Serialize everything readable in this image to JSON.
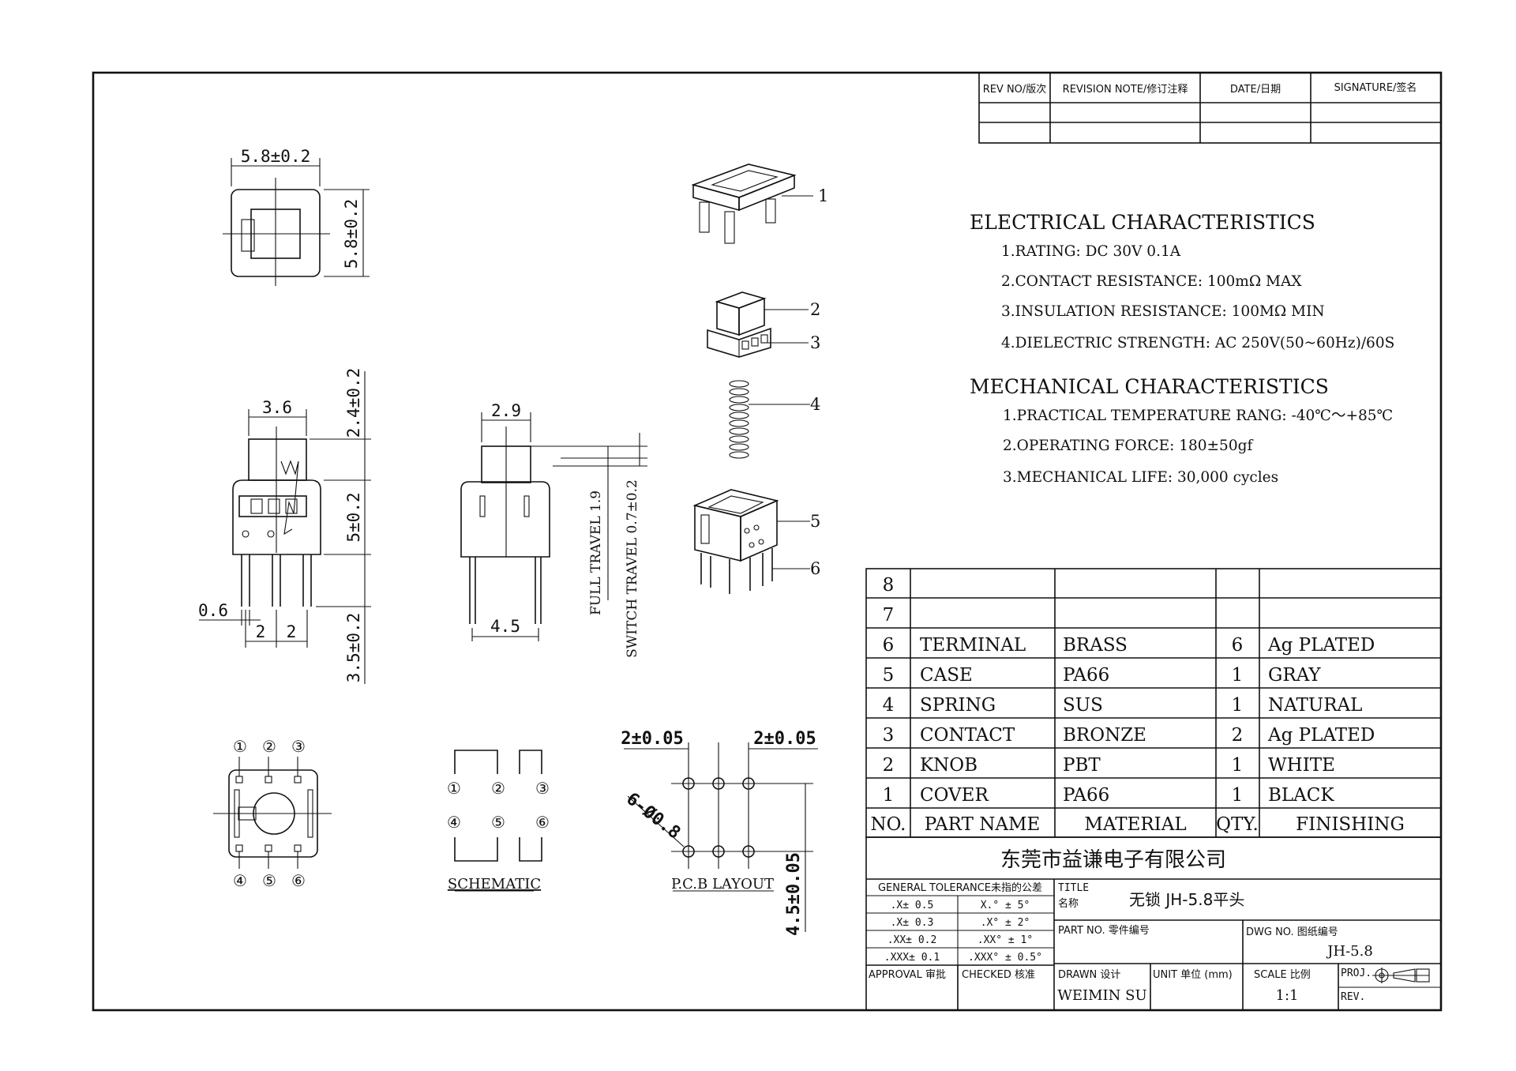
{
  "revision_table": {
    "headers": [
      "REV NO/版次",
      "REVISION NOTE/修订注释",
      "DATE/日期",
      "SIGNATURE/签名"
    ]
  },
  "electrical": {
    "title": "ELECTRICAL CHARACTERISTICS",
    "items": [
      "1.RATING: DC 30V 0.1A",
      "2.CONTACT RESISTANCE: 100mΩ MAX",
      "3.INSULATION RESISTANCE: 100MΩ MIN",
      "4.DIELECTRIC STRENGTH: AC 250V(50~60Hz)/60S"
    ]
  },
  "mechanical": {
    "title": "MECHANICAL CHARACTERISTICS",
    "items": [
      "1.PRACTICAL TEMPERATURE RANG: -40℃～+85℃",
      "2.OPERATING FORCE: 180±50gf",
      "3.MECHANICAL LIFE: 30,000 cycles"
    ]
  },
  "bom": {
    "headers": [
      "NO.",
      "PART NAME",
      "MATERIAL",
      "QTY.",
      "FINISHING"
    ],
    "rows": [
      {
        "no": "8",
        "name": "",
        "material": "",
        "qty": "",
        "finishing": ""
      },
      {
        "no": "7",
        "name": "",
        "material": "",
        "qty": "",
        "finishing": ""
      },
      {
        "no": "6",
        "name": "TERMINAL",
        "material": "BRASS",
        "qty": "6",
        "finishing": "Ag PLATED"
      },
      {
        "no": "5",
        "name": "CASE",
        "material": "PA66",
        "qty": "1",
        "finishing": "GRAY"
      },
      {
        "no": "4",
        "name": "SPRING",
        "material": "SUS",
        "qty": "1",
        "finishing": "NATURAL"
      },
      {
        "no": "3",
        "name": "CONTACT",
        "material": "BRONZE",
        "qty": "2",
        "finishing": "Ag PLATED"
      },
      {
        "no": "2",
        "name": "KNOB",
        "material": "PBT",
        "qty": "1",
        "finishing": "WHITE"
      },
      {
        "no": "1",
        "name": "COVER",
        "material": "PA66",
        "qty": "1",
        "finishing": "BLACK"
      }
    ]
  },
  "title_block": {
    "company": "东莞市益谦电子有限公司",
    "tolerance_label": "GENERAL TOLERANCE未指的公差",
    "tolerances": [
      [
        ".X± 0.5",
        "X.° ± 5°"
      ],
      [
        ".X± 0.3",
        ".X° ± 2°"
      ],
      [
        ".XX± 0.2",
        ".XX° ± 1°"
      ],
      [
        ".XXX± 0.1",
        ".XXX° ± 0.5°"
      ]
    ],
    "title_label_en": "TITLE",
    "title_label_cn": "名称",
    "title_value": "无锁 JH-5.8平头",
    "part_no_label": "PART NO. 零件编号",
    "dwg_no_label": "DWG NO. 图纸编号",
    "dwg_no_value": "JH-5.8",
    "approval_label": "APPROVAL 审批",
    "checked_label": "CHECKED 核准",
    "drawn_label": "DRAWN 设计",
    "drawn_value": "WEIMIN SU",
    "unit_label": "UNIT 单位 (mm)",
    "scale_label": "SCALE 比例",
    "scale_value": "1:1",
    "proj_label": "PROJ.",
    "rev_label": "REV."
  },
  "dimensions": {
    "top_width": "5.8±0.2",
    "top_height": "5.8±0.2",
    "front_knob_width": "3.6",
    "front_knob_height": "2.4±0.2",
    "front_body_height": "5±0.2",
    "front_pin_length": "3.5±0.2",
    "front_pin_width": "0.6",
    "front_pitch_1": "2",
    "front_pitch_2": "2",
    "side_knob_width": "2.9",
    "side_pin_span": "4.5",
    "full_travel": "FULL TRAVEL 1.9",
    "switch_travel": "SWITCH TRAVEL 0.7±0.2",
    "pcb_pitch_left": "2±0.05",
    "pcb_pitch_right": "2±0.05",
    "pcb_holes": "6-Ø0.8",
    "pcb_row_spacing": "4.5±0.05"
  },
  "views": {
    "schematic_label": "SCHEMATIC",
    "pcb_label": "P.C.B LAYOUT",
    "pin_labels": [
      "①",
      "②",
      "③",
      "④",
      "⑤",
      "⑥"
    ]
  },
  "exploded": {
    "callouts": [
      "1",
      "2",
      "3",
      "4",
      "5",
      "6"
    ]
  }
}
